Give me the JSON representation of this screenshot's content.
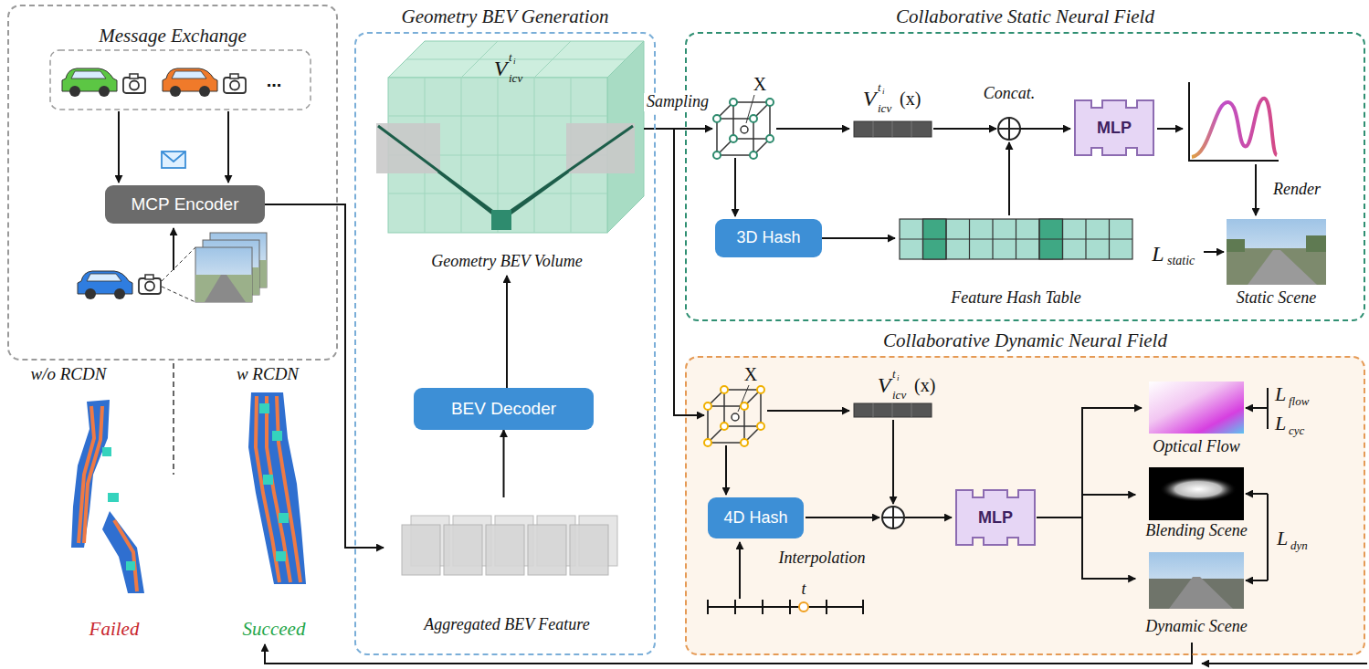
{
  "diagram": {
    "nodes": [
      {
        "text": [
          "Message Exchange"
        ]
      },
      {
        "text": [
          "MCP Encoder"
        ],
        "in": 0
      },
      {
        "text": [
          "Geometry BEV Generation"
        ]
      },
      {
        "text": [
          "Geometry BEV Volume"
        ],
        "in": 2
      },
      {
        "text": [
          "BEV Decoder"
        ],
        "in": 2
      },
      {
        "text": [
          "Aggregated BEV Feature"
        ],
        "in": 2
      },
      {
        "text": [
          "Collaborative Static Neural Field"
        ]
      },
      {
        "text": [
          "MLP"
        ],
        "in": 6
      },
      {
        "text": [
          "3D Hash"
        ],
        "in": 6
      },
      {
        "text": [
          "Feature Hash Table"
        ],
        "in": 6
      },
      {
        "text": [
          "Static Scene"
        ],
        "in": 6
      },
      {
        "text": [
          "Collaborative Dynamic Neural Field"
        ]
      },
      {
        "text": [
          "4D Hash"
        ],
        "in": 11
      },
      {
        "text": [
          "MLP"
        ],
        "in": 11
      },
      {
        "text": [
          "Optical Flow"
        ],
        "in": 11
      },
      {
        "text": [
          "Blending Scene"
        ],
        "in": 11
      },
      {
        "text": [
          "Dynamic Scene"
        ],
        "in": 11
      }
    ],
    "edges": [
      {
        "from": 1,
        "to": 5,
        "arrow": "to"
      },
      {
        "from": 5,
        "to": 4,
        "arrow": "to"
      },
      {
        "from": 4,
        "to": 3,
        "arrow": "to"
      },
      {
        "from": 8,
        "to": 9,
        "arrow": "to"
      },
      {
        "from": 13,
        "to": 14,
        "arrow": "to"
      },
      {
        "from": 13,
        "to": 15,
        "arrow": "to"
      },
      {
        "from": 13,
        "to": 16,
        "arrow": "to"
      }
    ],
    "labels": [
      "w/o RCDN",
      "w RCDN",
      "Failed",
      "Succeed",
      "...",
      "V",
      "t",
      "i",
      "icv",
      "Sampling",
      "X",
      "V",
      "t",
      "i",
      "icv",
      "(x)",
      "Concat.",
      "Render",
      "L",
      "static",
      "X",
      "V",
      "t",
      "i",
      "icv",
      "(x)",
      "Interpolation",
      "t",
      "L",
      "flow",
      "L",
      "cyc",
      "L",
      "dyn"
    ]
  }
}
